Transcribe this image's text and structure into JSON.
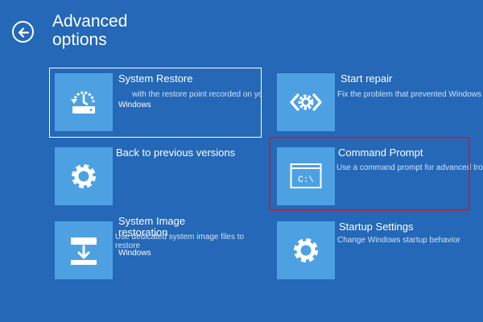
{
  "page": {
    "title": "Advanced options",
    "back_label": "Back"
  },
  "tiles": [
    {
      "title": "System Restore",
      "desc": "with the restore point recorded on your computer",
      "sub": "Windows",
      "icon": "system-restore-icon"
    },
    {
      "title": "Start repair",
      "desc": "Fix the problem that prevented Windows from loading",
      "sub": "",
      "icon": "code-brackets-gear-icon"
    },
    {
      "title": "Back to previous versions",
      "desc": "",
      "sub": "",
      "icon": "gear-icon"
    },
    {
      "title": "Command Prompt",
      "desc": "Use a command prompt for advanced troubleshooting",
      "sub": "",
      "icon": "command-prompt-icon"
    },
    {
      "title": "System Image restoration",
      "desc": "Use dedicated system image files to restore",
      "sub": "Windows",
      "icon": "drive-restore-icon"
    },
    {
      "title": "Startup Settings",
      "desc": "Change Windows startup behavior",
      "sub": "",
      "icon": "gear-icon"
    }
  ],
  "prompt_glyph": "C:\\",
  "colors": {
    "background": "#2468b7",
    "tile_icon_bg": "#4da1e2",
    "highlight_border": "#9a2f52"
  }
}
